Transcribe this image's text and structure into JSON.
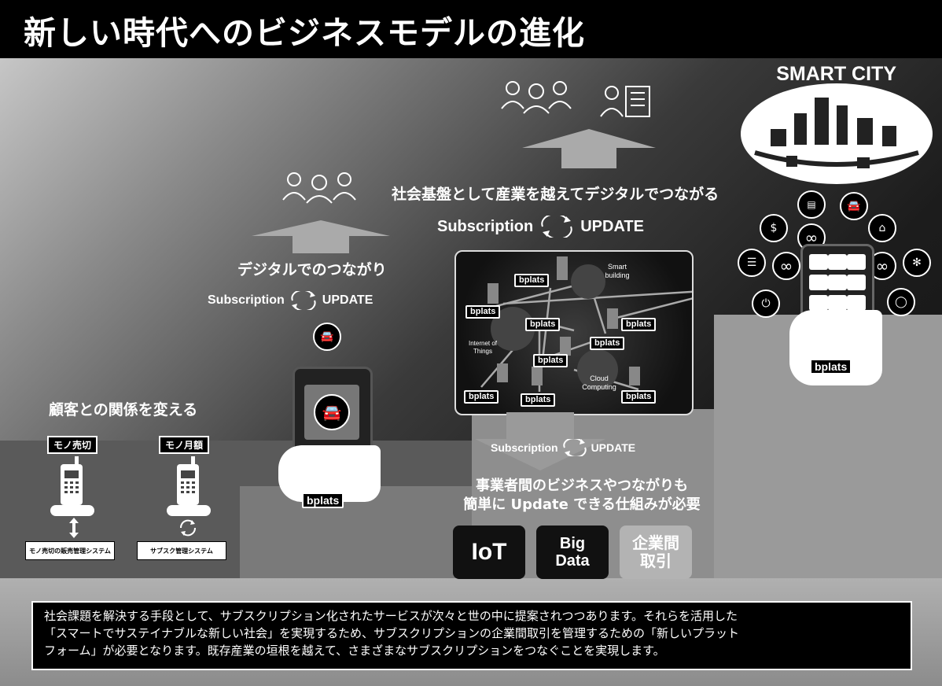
{
  "title": "新しい時代へのビジネスモデルの進化",
  "smart_city": "SMART CITY",
  "step1": {
    "heading": "顧客との関係を変える",
    "tag_left": "モノ売切",
    "tag_right": "モノ月額",
    "system_left": "モノ売切の販売管理システム",
    "system_right": "サブスク管理システム"
  },
  "step2": {
    "heading": "デジタルでのつながり",
    "subscription": "Subscription",
    "update": "UPDATE",
    "bplats": "bplats"
  },
  "step3": {
    "heading": "社会基盤として産業を越えてデジタルでつながる",
    "subscription": "Subscription",
    "update": "UPDATE",
    "network_labels": {
      "smart_building": "Smart building",
      "iot": "Internet of Things",
      "cloud": "Cloud Computing"
    },
    "bplats": "bplats",
    "bottom_subscription": "Subscription",
    "bottom_update": "UPDATE",
    "need_line1": "事業者間のビジネスやつながりも",
    "need_line2": "簡単に Update できる仕組みが必要",
    "tech_iot": "IoT",
    "tech_bigdata_1": "Big",
    "tech_bigdata_2": "Data",
    "tech_b2b_1": "企業間",
    "tech_b2b_2": "取引"
  },
  "step4": {
    "bplats": "bplats"
  },
  "footer": {
    "line1": "社会課題を解決する手段として、サブスクリプション化されたサービスが次々と世の中に提案されつつあります。それらを活用した",
    "line2": "「スマートでサステイナブルな新しい社会」を実現するため、サブスクリプションの企業間取引を管理するための「新しいプラット",
    "line3": "フォーム」が必要となります。既存産業の垣根を越えて、さまざまなサブスクリプションをつなぐことを実現します。"
  },
  "icons": [
    "people-icon",
    "building-person-icon",
    "car-icon",
    "phone-icon",
    "cycle-arrows-icon",
    "city-icon",
    "dollar-icon",
    "infinity-icon",
    "house-icon",
    "bulb-icon",
    "list-icon",
    "fan-icon",
    "watch-icon",
    "cloud-icon"
  ]
}
